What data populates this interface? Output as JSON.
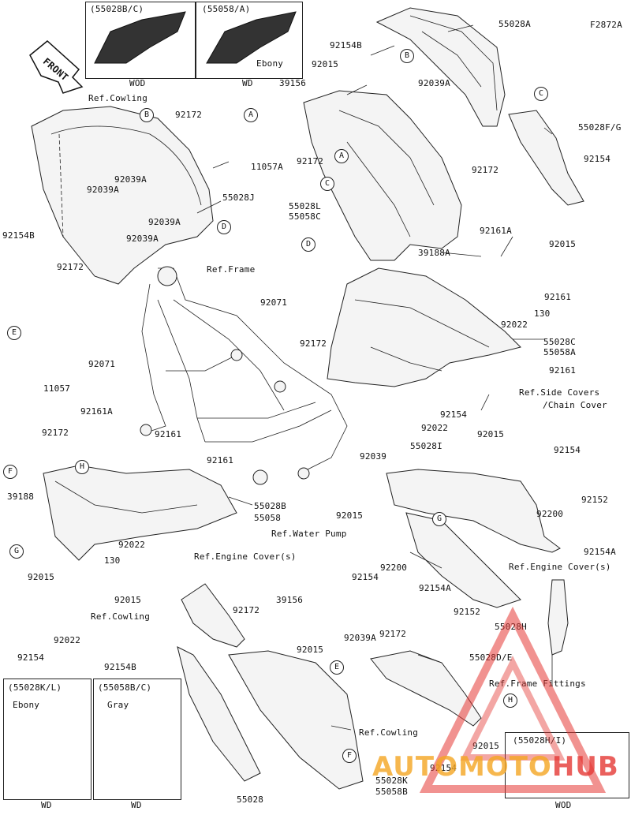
{
  "diagram_id": "F2872A",
  "front_label": "FRONT",
  "labels": {
    "ref_cowling_1": "Ref.Cowling",
    "ref_frame": "Ref.Frame",
    "ref_side_covers_1": "Ref.Side Covers",
    "ref_side_covers_2": "/Chain Cover",
    "ref_water_pump": "Ref.Water Pump",
    "ref_engine_cover_left": "Ref.Engine Cover(s)",
    "ref_engine_cover_right": "Ref.Engine Cover(s)",
    "ref_cowling_2": "Ref.Cowling",
    "ref_frame_fittings": "Ref.Frame Fittings",
    "ref_cowling_3": "Ref.Cowling"
  },
  "parts": {
    "p55028A": "55028A",
    "p92154B_top": "92154B",
    "p92015_top": "92015",
    "p39156_top": "39156",
    "p92039A_top": "92039A",
    "p92172_a": "92172",
    "p11057A": "11057A",
    "p92039A_l1": "92039A",
    "p92039A_l2": "92039A",
    "p92039A_l3": "92039A",
    "p92039A_l4": "92039A",
    "p55028J": "55028J",
    "p92154B_left": "92154B",
    "p92172_b": "92172",
    "p55028L": "55028L",
    "p55058C": "55058C",
    "p55028FG": "55028F/G",
    "p92172_c": "92172",
    "p92154_r1": "92154",
    "p92015_r1": "92015",
    "p92161A_r": "92161A",
    "p39188A": "39188A",
    "p92172_d": "92172",
    "p11057": "11057",
    "p92071_a": "92071",
    "p92172_e": "92172",
    "p92161_r": "92161",
    "p130_r": "130",
    "p92022_r": "92022",
    "p55028C": "55028C",
    "p55058A": "55058A",
    "p92161_r2": "92161",
    "p92071_b": "92071",
    "p92161A_l": "92161A",
    "p92154_m": "92154",
    "p92022_m": "92022",
    "p92015_m": "92015",
    "p92172_f": "92172",
    "p92161_l": "92161",
    "p92161_l2": "92161",
    "p39188": "39188",
    "p55028B": "55028B",
    "p55058": "55058",
    "p92039": "92039",
    "p55028I": "55028I",
    "p92154_r2": "92154",
    "p92015_c": "92015",
    "p92200_r": "92200",
    "p92152_r": "92152",
    "p92022_l": "92022",
    "p130_l": "130",
    "p92015_l": "92015",
    "p92154A_r": "92154A",
    "p92200_m": "92200",
    "p92154_m2": "92154",
    "p92015_l2": "92015",
    "p92022_l2": "92022",
    "p92154A_m": "92154A",
    "p92152_m": "92152",
    "p55028H": "55028H",
    "p92154_l": "92154",
    "p92172_g": "92172",
    "p39156_b": "39156",
    "p92039A_b": "92039A",
    "p92154B_b": "92154B",
    "p92015_b": "92015",
    "p55028DE": "55028D/E",
    "p92015_b2": "92015",
    "p92154_b2": "92154",
    "p55028_b": "55028",
    "p55028K": "55028K",
    "p55058B": "55058B"
  },
  "circles": {
    "A1": "A",
    "A2": "A",
    "B1": "B",
    "B2": "B",
    "C1": "C",
    "C2": "C",
    "D1": "D",
    "D2": "D",
    "E1": "E",
    "E2": "E",
    "F1": "F",
    "F2": "F",
    "G1": "G",
    "G2": "G",
    "H1": "H",
    "H2": "H"
  },
  "insets": {
    "top1_code": "(55028B/C)",
    "top1_variant": "WOD",
    "top2_code": "(55058/A)",
    "top2_color": "Ebony",
    "top2_variant": "WD",
    "bl1_code": "(55028K/L)",
    "bl1_color": "Ebony",
    "bl1_variant": "WD",
    "bl2_code": "(55058B/C)",
    "bl2_color": "Gray",
    "bl2_variant": "WD",
    "br_code": "(55028H/I)",
    "br_variant": "WOD"
  },
  "watermark": {
    "text_part1": "AUTO",
    "text_part2": "MOTO",
    "text_part3": "HUB",
    "color_orange": "#f5a623",
    "color_red": "#e53935"
  }
}
